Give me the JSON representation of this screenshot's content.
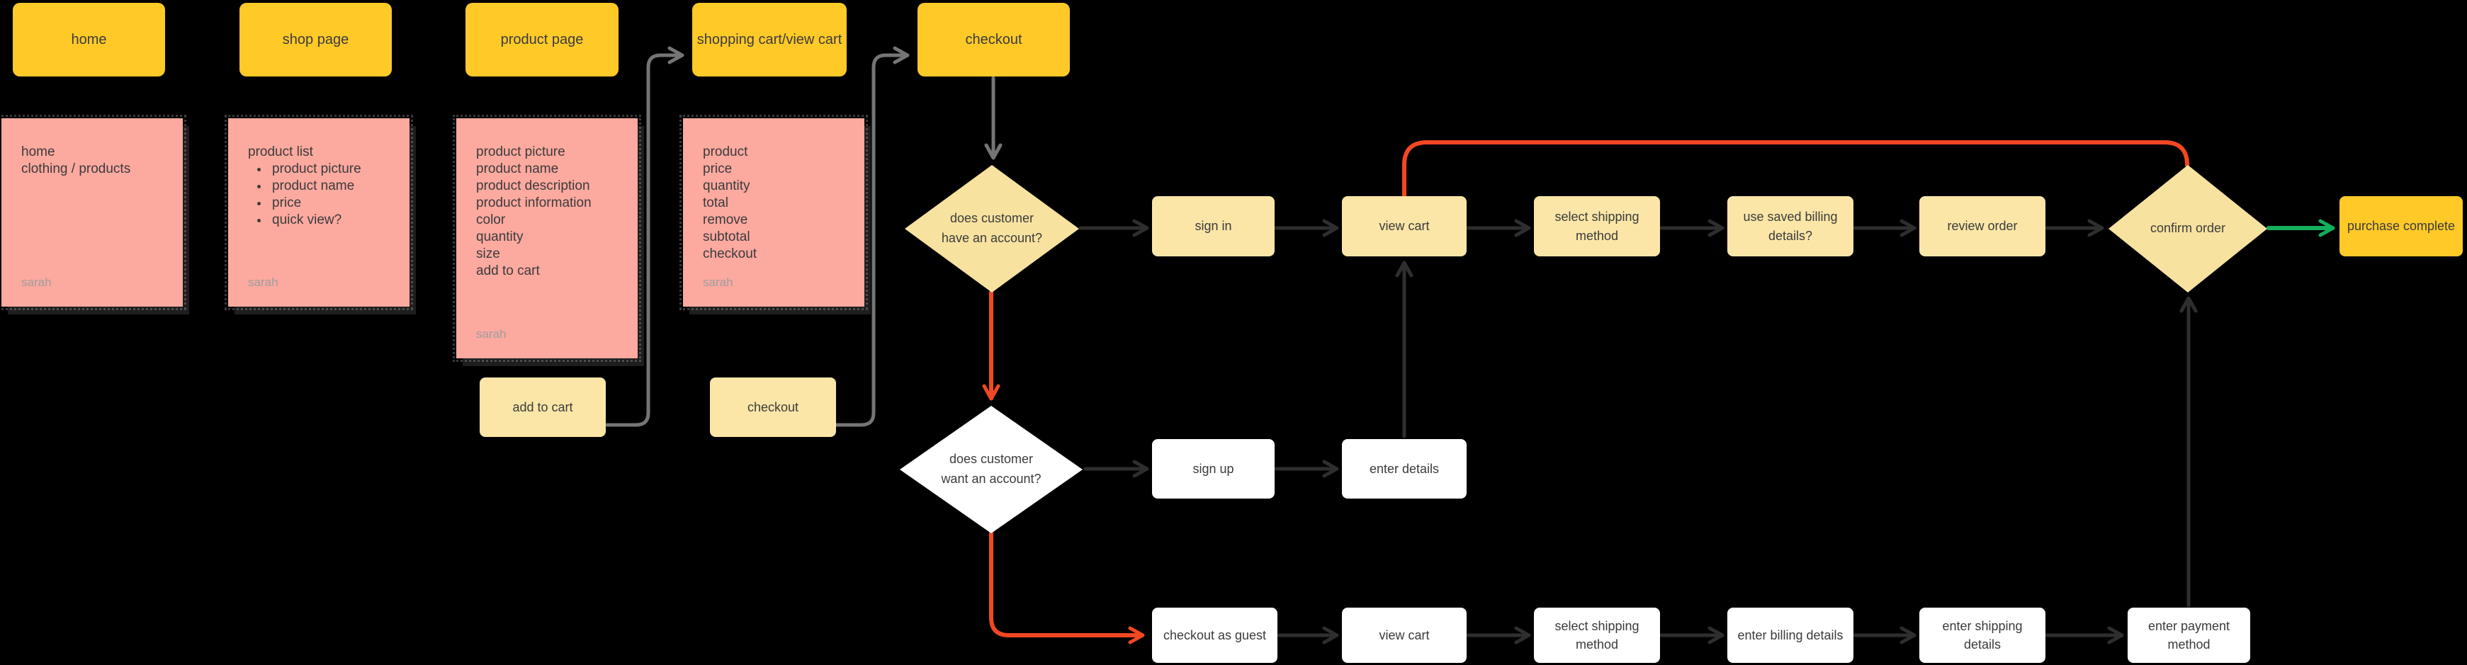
{
  "colors": {
    "background": "#000000",
    "bright_yellow": "#FFC928",
    "light_yellow": "#FBE6A7",
    "diamond_yellow": "#F8E2A0",
    "pink": "#FCA99F",
    "white_node": "#FFFFFF",
    "connector_gray": "#757575",
    "connector_dark": "#2E2E2E",
    "connector_orange": "#F24822",
    "connector_green": "#14AE5C",
    "text_dark": "#3B3B3B",
    "author_gray": "#9E9E9E"
  },
  "top_pages": [
    {
      "label": "home"
    },
    {
      "label": "shop page"
    },
    {
      "label": "product page"
    },
    {
      "label": "shopping cart/view cart"
    },
    {
      "label": "checkout"
    }
  ],
  "stickies": [
    {
      "lines": [
        "home",
        "clothing / products"
      ],
      "author": "sarah"
    },
    {
      "title": "product list",
      "bullets": [
        "product picture",
        "product name",
        "price",
        "quick view?"
      ],
      "author": "sarah"
    },
    {
      "lines": [
        "product picture",
        "product name",
        "product description",
        "product information",
        "color",
        "quantity",
        "size",
        "add to cart"
      ],
      "author": "sarah"
    },
    {
      "lines": [
        "product",
        "price",
        "quantity",
        "total",
        "remove",
        "subtotal",
        "checkout"
      ],
      "author": "sarah"
    }
  ],
  "action_boxes": [
    {
      "label": "add to cart"
    },
    {
      "label": "checkout"
    }
  ],
  "decisions": [
    {
      "label": "does customer have an account?"
    },
    {
      "label": "does customer want an account?"
    },
    {
      "label": "confirm order"
    }
  ],
  "signed_in_flow": [
    {
      "label": "sign in"
    },
    {
      "label": "view cart"
    },
    {
      "label": "select shipping method"
    },
    {
      "label": "use saved billing details?"
    },
    {
      "label": "review order"
    }
  ],
  "end_node": {
    "label": "purchase complete"
  },
  "signup_flow": [
    {
      "label": "sign up"
    },
    {
      "label": "enter details"
    }
  ],
  "guest_flow": [
    {
      "label": "checkout as guest"
    },
    {
      "label": "view cart"
    },
    {
      "label": "select shipping method"
    },
    {
      "label": "enter billing details"
    },
    {
      "label": "enter shipping details"
    },
    {
      "label": "enter payment method"
    }
  ]
}
